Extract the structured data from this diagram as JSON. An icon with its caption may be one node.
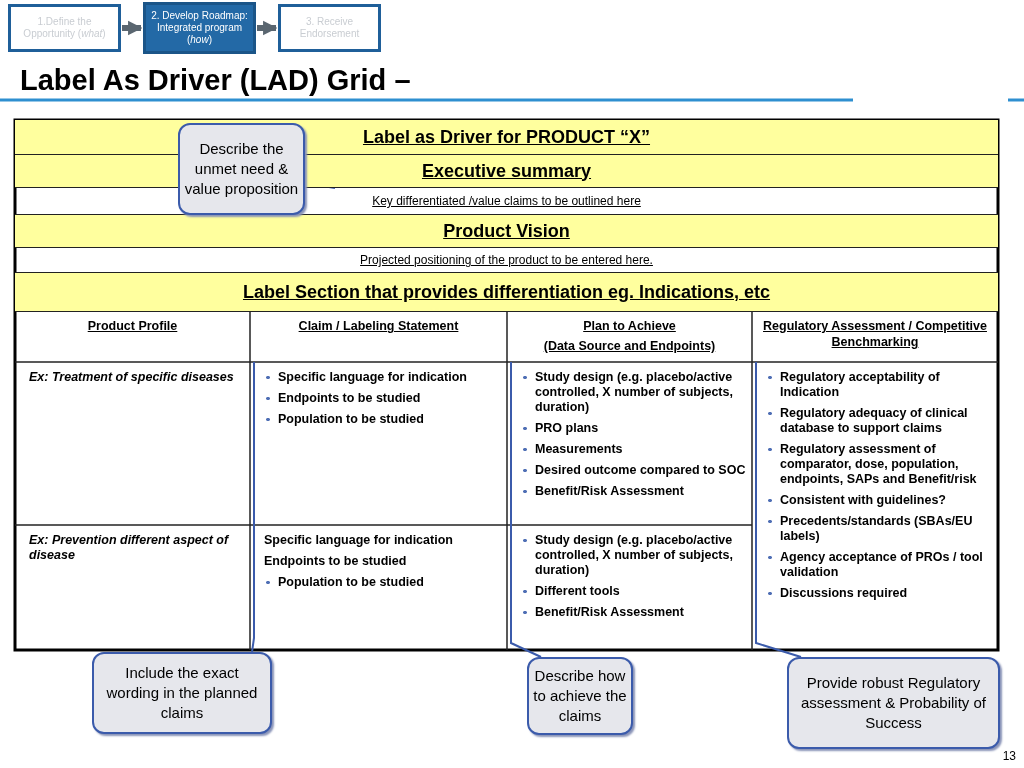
{
  "diagram": {
    "title": "Label As Driver (LAD) Grid –",
    "nodes": [
      {
        "text": [
          "1.Define the Opportunity (*what*)"
        ]
      },
      {
        "text": [
          "2. Develop Roadmap: Integrated program (*how*)"
        ]
      },
      {
        "text": [
          "3. Receive Endorsement"
        ]
      },
      {
        "text": [
          "Label as Driver for PRODUCT “X”"
        ]
      },
      {
        "text": [
          "Executive summary"
        ]
      },
      {
        "text": [
          "Key differentiated /value claims to be outlined here"
        ]
      },
      {
        "text": [
          "Product Vision"
        ]
      },
      {
        "text": [
          "Projected positioning of the product to be entered here."
        ]
      },
      {
        "text": [
          "Label Section that provides differentiation eg. Indications, etc"
        ]
      },
      {
        "text": [
          "Product Profile"
        ]
      },
      {
        "text": [
          "Claim / Labeling Statement"
        ]
      },
      {
        "text": [
          "Plan to Achieve",
          "(Data Source and Endpoints)"
        ]
      },
      {
        "text": [
          "Regulatory Assessment / Competitive Benchmarking"
        ]
      },
      {
        "text": [
          "Describe the unmet need & value proposition"
        ]
      },
      {
        "text": [
          "Include the exact wording in the planned claims"
        ]
      },
      {
        "text": [
          "Describe how to achieve the claims"
        ]
      },
      {
        "text": [
          "Provide robust Regulatory assessment & Probability of Success"
        ]
      }
    ],
    "edges": [
      {
        "from": 0,
        "to": 1,
        "arrow": "to",
        "style": "thick",
        "color": "#5a6670"
      },
      {
        "from": 1,
        "to": 2,
        "arrow": "to",
        "style": "thick",
        "color": "#5a6670"
      },
      {
        "from": 13,
        "to": 5,
        "arrow": "none"
      },
      {
        "from": 14,
        "to": 10,
        "arrow": "none"
      },
      {
        "from": 15,
        "to": 11,
        "arrow": "none"
      },
      {
        "from": 16,
        "to": 12,
        "arrow": "none"
      }
    ],
    "labels": [
      "Ex: Treatment of specific diseases",
      "Specific language for indication",
      "Endpoints to be studied",
      "Population to be studied",
      "Study design (e.g. placebo/active controlled, X number of subjects, duration)",
      "PRO plans",
      "Measurements",
      "Desired outcome compared to SOC",
      "Benefit/Risk Assessment",
      "Regulatory acceptability of Indication",
      "Regulatory adequacy of clinical database to support claims",
      "Regulatory assessment of comparator, dose, population, endpoints, SAPs and Benefit/risk",
      "Ex: Prevention different aspect of disease",
      "Specific language for indication",
      "Endpoints to be studied",
      "Population to be studied",
      "Study design (e.g. placebo/active controlled, X number of subjects, duration)",
      "Different tools",
      "Benefit/Risk Assessment",
      "Consistent with guidelines?",
      "Precedents/standards (SBAs/EU labels)",
      "Agency acceptance of PROs / tool validation",
      "Discussions required",
      "13"
    ]
  }
}
